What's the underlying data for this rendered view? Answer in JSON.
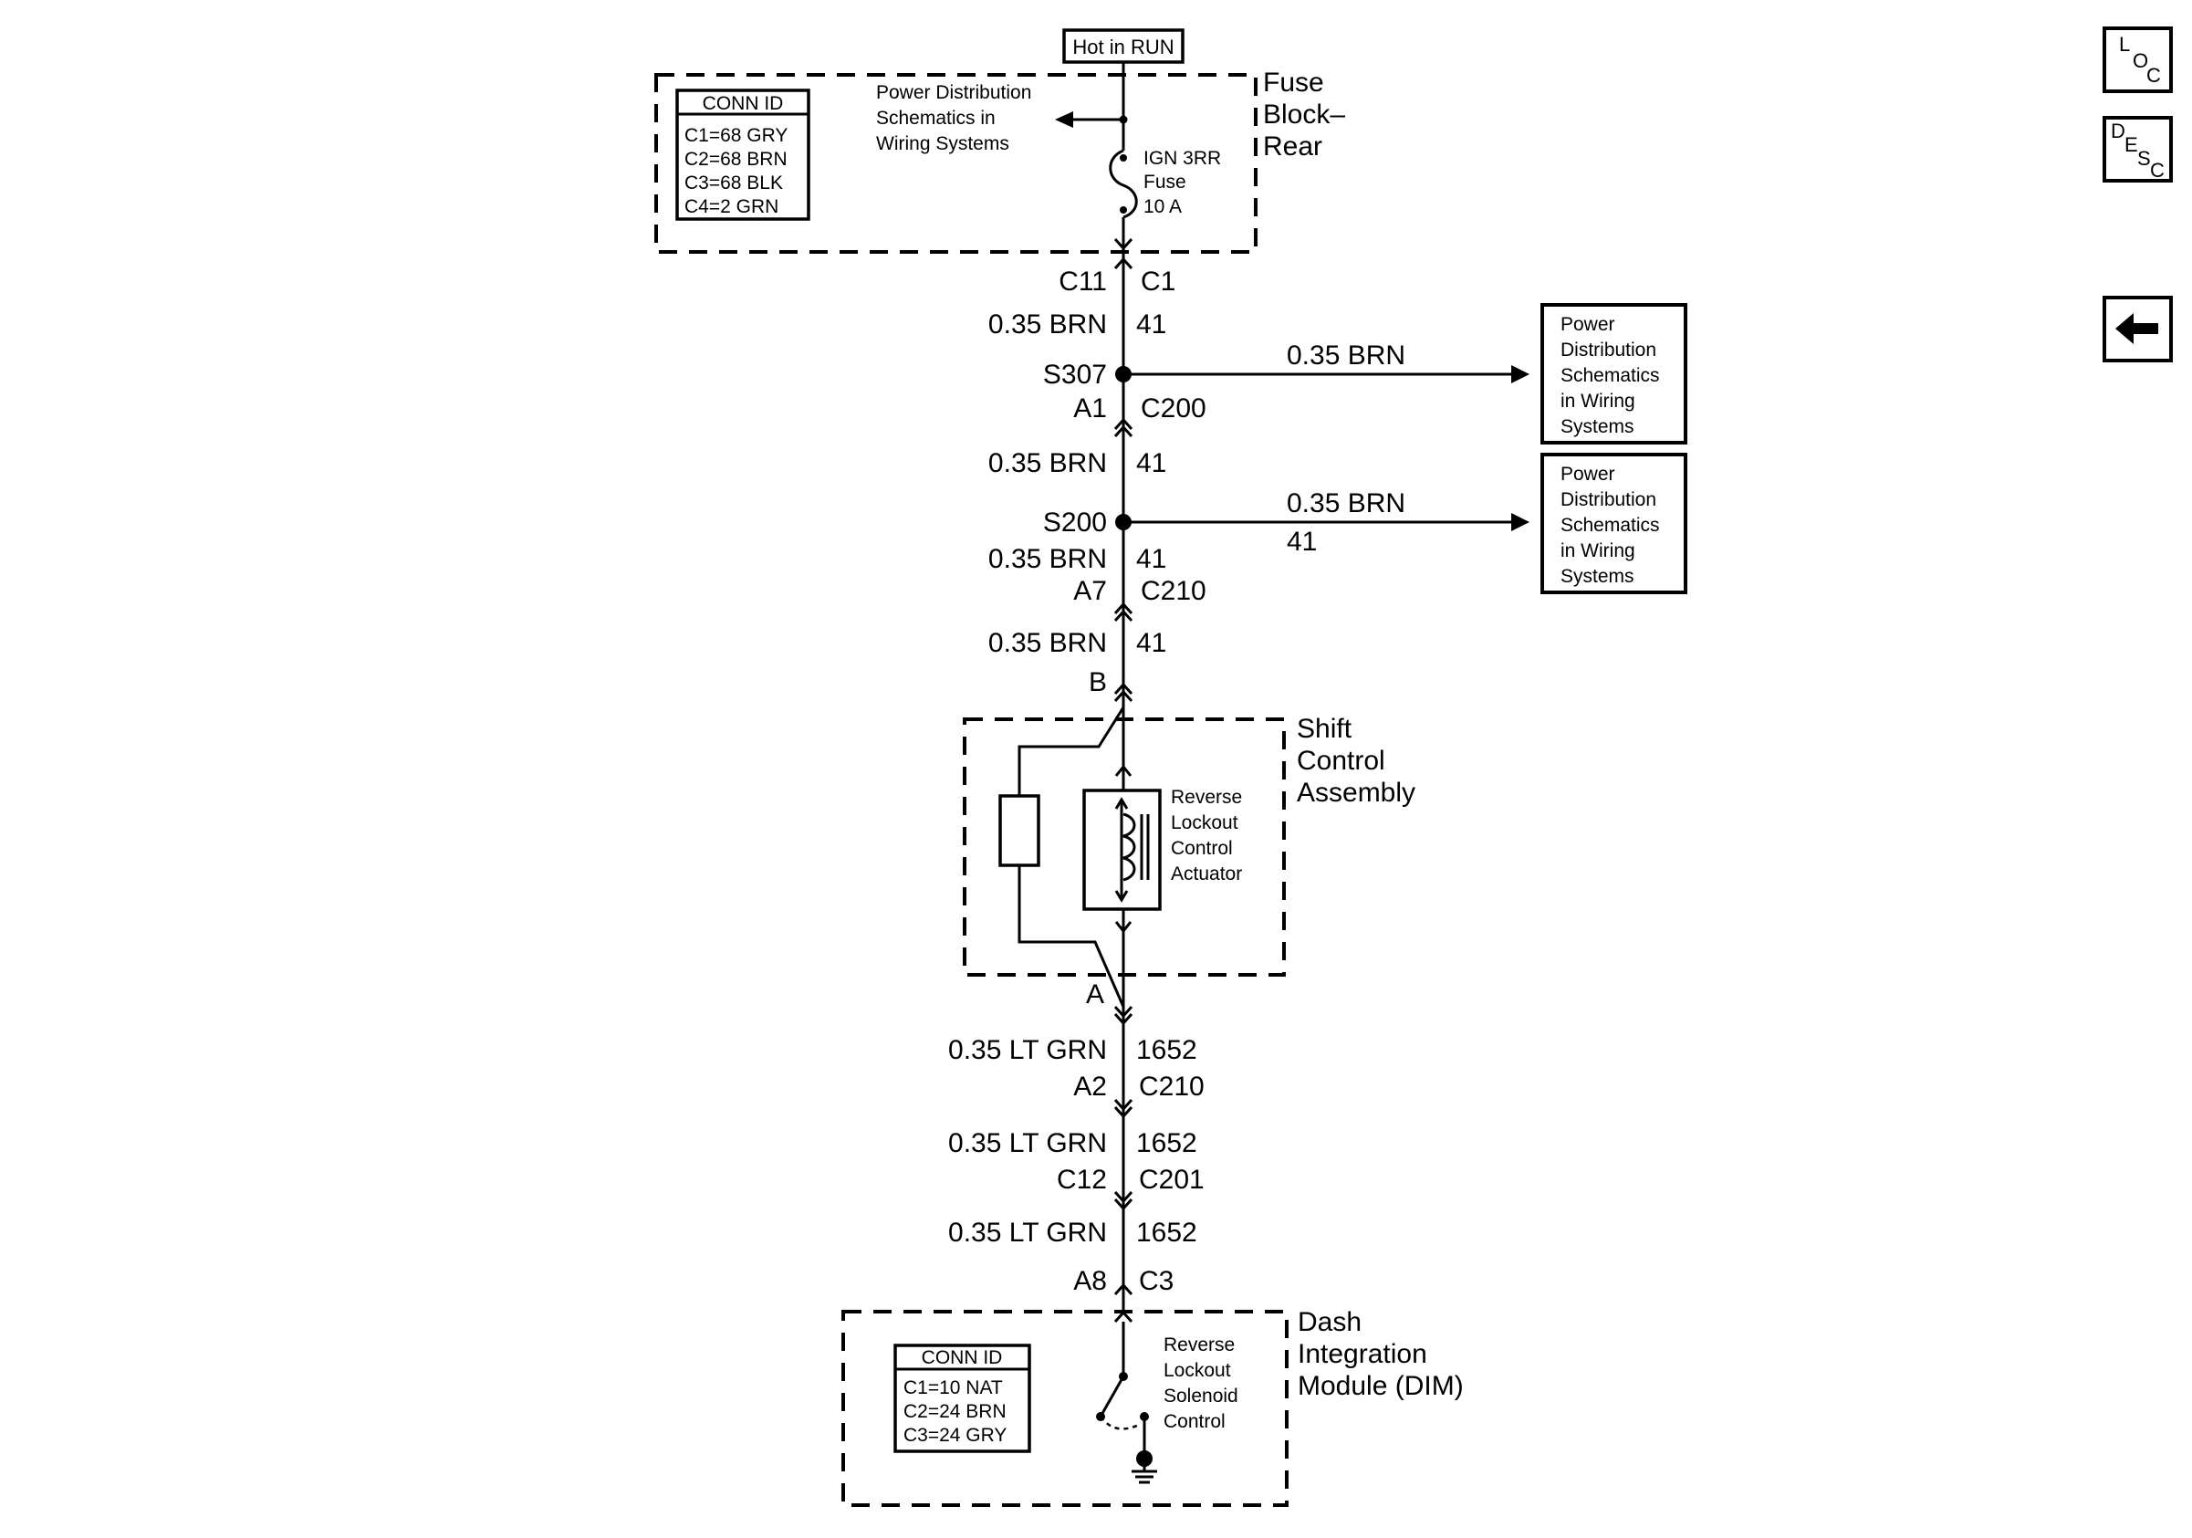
{
  "hot_label": "Hot in RUN",
  "fuse_block": {
    "title_lines": [
      "Fuse",
      "Block–",
      "Rear"
    ],
    "conn_id_title": "CONN ID",
    "conn_ids": [
      "C1=68 GRY",
      "C2=68 BRN",
      "C3=68 BLK",
      "C4=2 GRN"
    ],
    "ref_lines": [
      "Power Distribution",
      "Schematics in",
      "Wiring Systems"
    ],
    "fuse_lines": [
      "IGN 3RR",
      "Fuse",
      "10 A"
    ]
  },
  "conn_c1": {
    "left": "C11",
    "right": "C1"
  },
  "seg1": {
    "wire": "0.35 BRN",
    "circuit": "41"
  },
  "splice_s307": {
    "name": "S307",
    "branch_wire": "0.35 BRN"
  },
  "conn_c200": {
    "left": "A1",
    "right": "C200"
  },
  "seg2": {
    "wire": "0.35 BRN",
    "circuit": "41"
  },
  "splice_s200": {
    "name": "S200",
    "branch_wire": "0.35 BRN",
    "branch_circuit": "41"
  },
  "seg3": {
    "wire": "0.35 BRN",
    "circuit": "41"
  },
  "conn_c210a": {
    "left": "A7",
    "right": "C210"
  },
  "seg4": {
    "wire": "0.35 BRN",
    "circuit": "41"
  },
  "pin_b": "B",
  "ref_box_1": [
    "Power",
    "Distribution",
    "Schematics",
    "in Wiring",
    "Systems"
  ],
  "ref_box_2": [
    "Power",
    "Distribution",
    "Schematics",
    "in Wiring",
    "Systems"
  ],
  "shift_control": {
    "title_lines": [
      "Shift",
      "Control",
      "Assembly"
    ],
    "actuator_lines": [
      "Reverse",
      "Lockout",
      "Control",
      "Actuator"
    ]
  },
  "pin_a": "A",
  "seg5": {
    "wire": "0.35 LT GRN",
    "circuit": "1652"
  },
  "conn_c210b": {
    "left": "A2",
    "right": "C210"
  },
  "seg6": {
    "wire": "0.35 LT GRN",
    "circuit": "1652"
  },
  "conn_c201": {
    "left": "C12",
    "right": "C201"
  },
  "seg7": {
    "wire": "0.35 LT GRN",
    "circuit": "1652"
  },
  "conn_c3": {
    "left": "A8",
    "right": "C3"
  },
  "dim": {
    "title_lines": [
      "Dash",
      "Integration",
      "Module (DIM)"
    ],
    "conn_id_title": "CONN ID",
    "conn_ids": [
      "C1=10 NAT",
      "C2=24 BRN",
      "C3=24 GRY"
    ],
    "solenoid_lines": [
      "Reverse",
      "Lockout",
      "Solenoid",
      "Control"
    ]
  },
  "nav": {
    "loc": [
      "L",
      "O",
      "C"
    ],
    "desc": [
      "D",
      "E",
      "S",
      "C"
    ]
  }
}
